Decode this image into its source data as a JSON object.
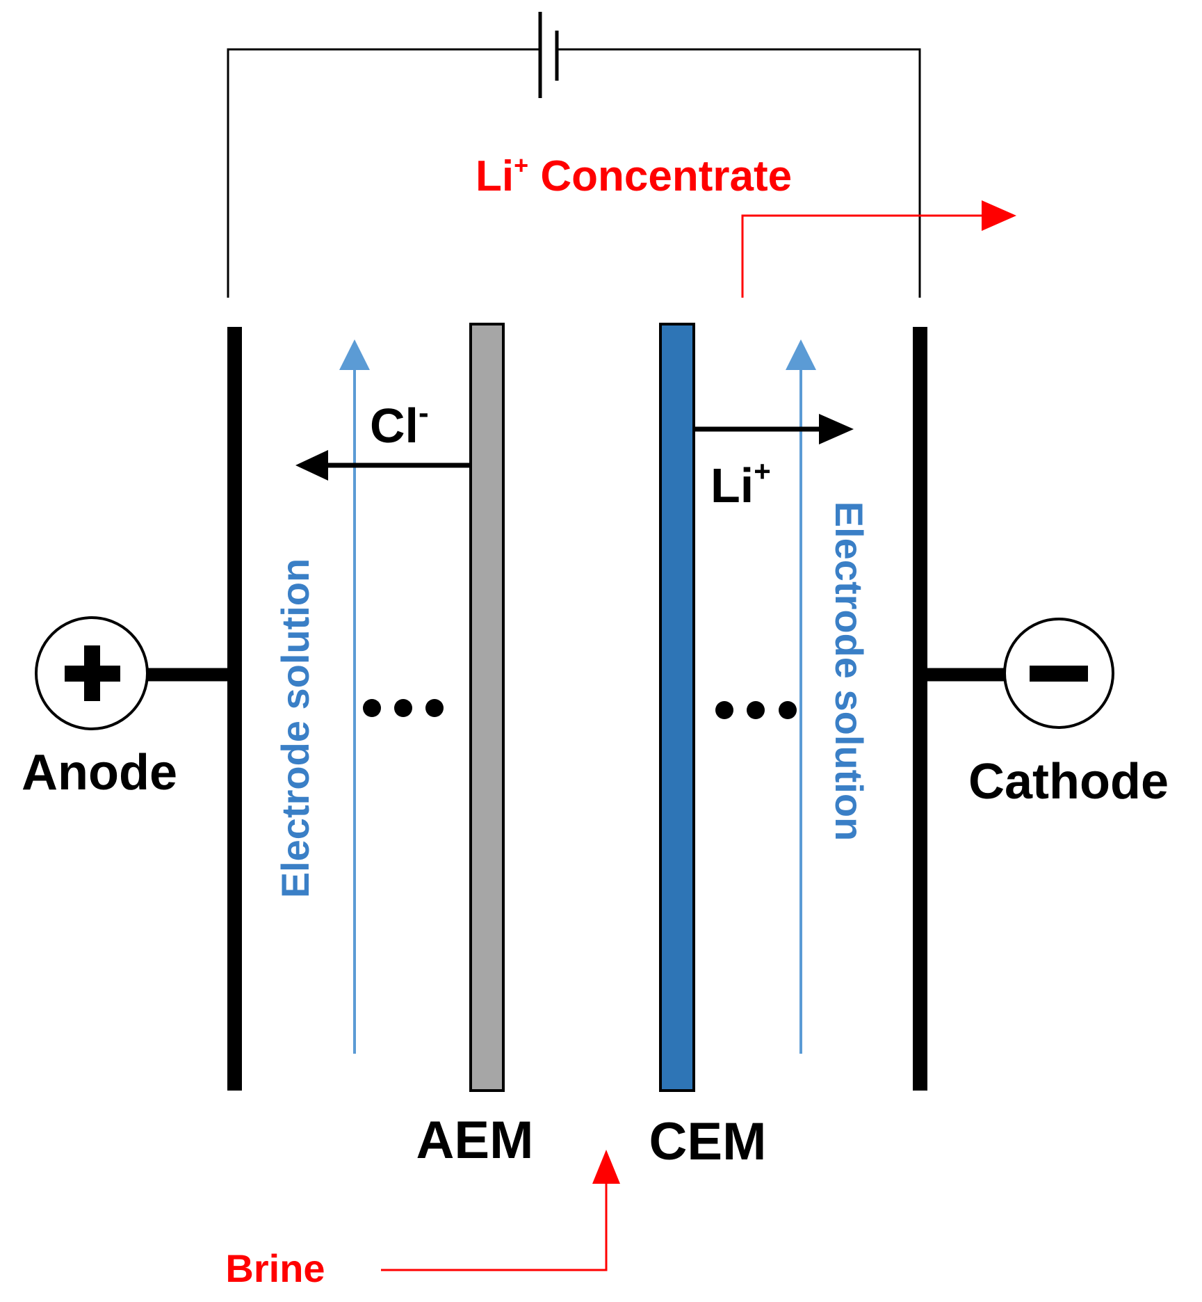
{
  "labels": {
    "li_concentrate_base": "Li",
    "li_concentrate_sup": "+",
    "li_concentrate_rest": " Concentrate",
    "cl_base": "Cl",
    "cl_sup": "-",
    "li_ion_base": "Li",
    "li_ion_sup": "+",
    "electrode_solution_left": "Electrode solution",
    "electrode_solution_right": "Electrode solution",
    "anode": "Anode",
    "cathode": "Cathode",
    "aem": "AEM",
    "cem": "CEM",
    "brine": "Brine",
    "ellipsis_left": "•••",
    "ellipsis_right": "•••",
    "plus_symbol": "+",
    "minus_symbol": "−"
  },
  "colors": {
    "black": "#000000",
    "red": "#ff0000",
    "flow_blue": "#5b9bd5",
    "label_blue": "#3a7fc6",
    "aem_fill": "#a6a6a6",
    "cem_fill": "#2e75b6"
  }
}
